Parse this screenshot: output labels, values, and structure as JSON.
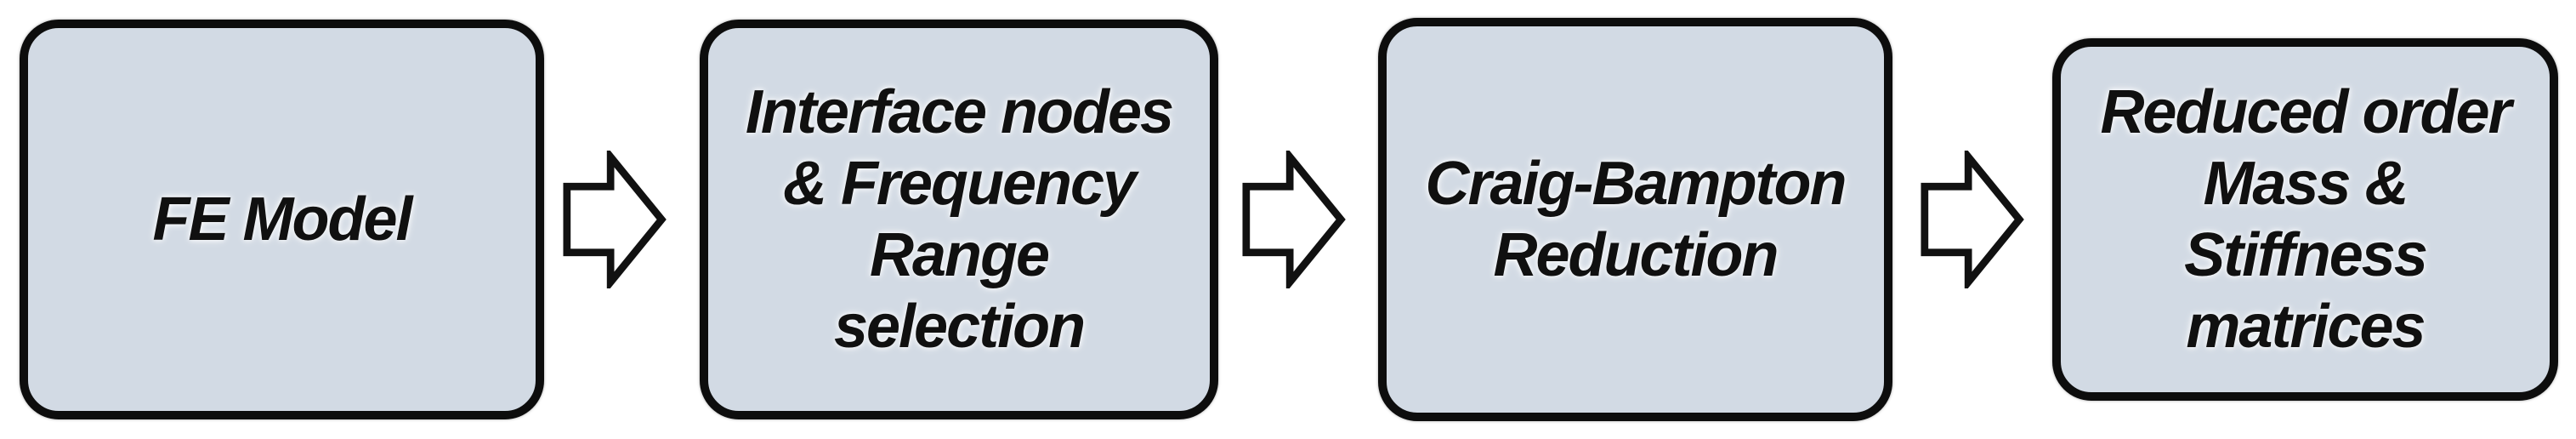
{
  "diagram": {
    "type": "flowchart",
    "direction": "left-to-right",
    "steps": [
      {
        "id": "fe-model",
        "label": "FE Model",
        "lines": [
          "FE Model"
        ]
      },
      {
        "id": "interface-nodes-frequency-range-selection",
        "label": "Interface nodes & Frequency Range selection",
        "lines": [
          "Interface nodes",
          "& Frequency",
          "Range",
          "selection"
        ]
      },
      {
        "id": "craig-bampton-reduction",
        "label": "Craig-Bampton Reduction",
        "lines": [
          "Craig-Bampton",
          "Reduction"
        ]
      },
      {
        "id": "reduced-order-mass-stiffness-matrices",
        "label": "Reduced order Mass & Stiffness matrices",
        "lines": [
          "Reduced order",
          "Mass &",
          "Stiffness",
          "matrices"
        ]
      }
    ],
    "connectors": [
      {
        "from": "fe-model",
        "to": "interface-nodes-frequency-range-selection",
        "shape": "block-arrow-right"
      },
      {
        "from": "interface-nodes-frequency-range-selection",
        "to": "craig-bampton-reduction",
        "shape": "block-arrow-right"
      },
      {
        "from": "craig-bampton-reduction",
        "to": "reduced-order-mass-stiffness-matrices",
        "shape": "block-arrow-right"
      }
    ]
  },
  "colors": {
    "box_fill": "#d2dae4",
    "box_border": "#0d0d0d",
    "text_color": "#101010",
    "arrow_fill": "#ffffff",
    "arrow_stroke": "#111111",
    "canvas_bg": "#ffffff"
  }
}
